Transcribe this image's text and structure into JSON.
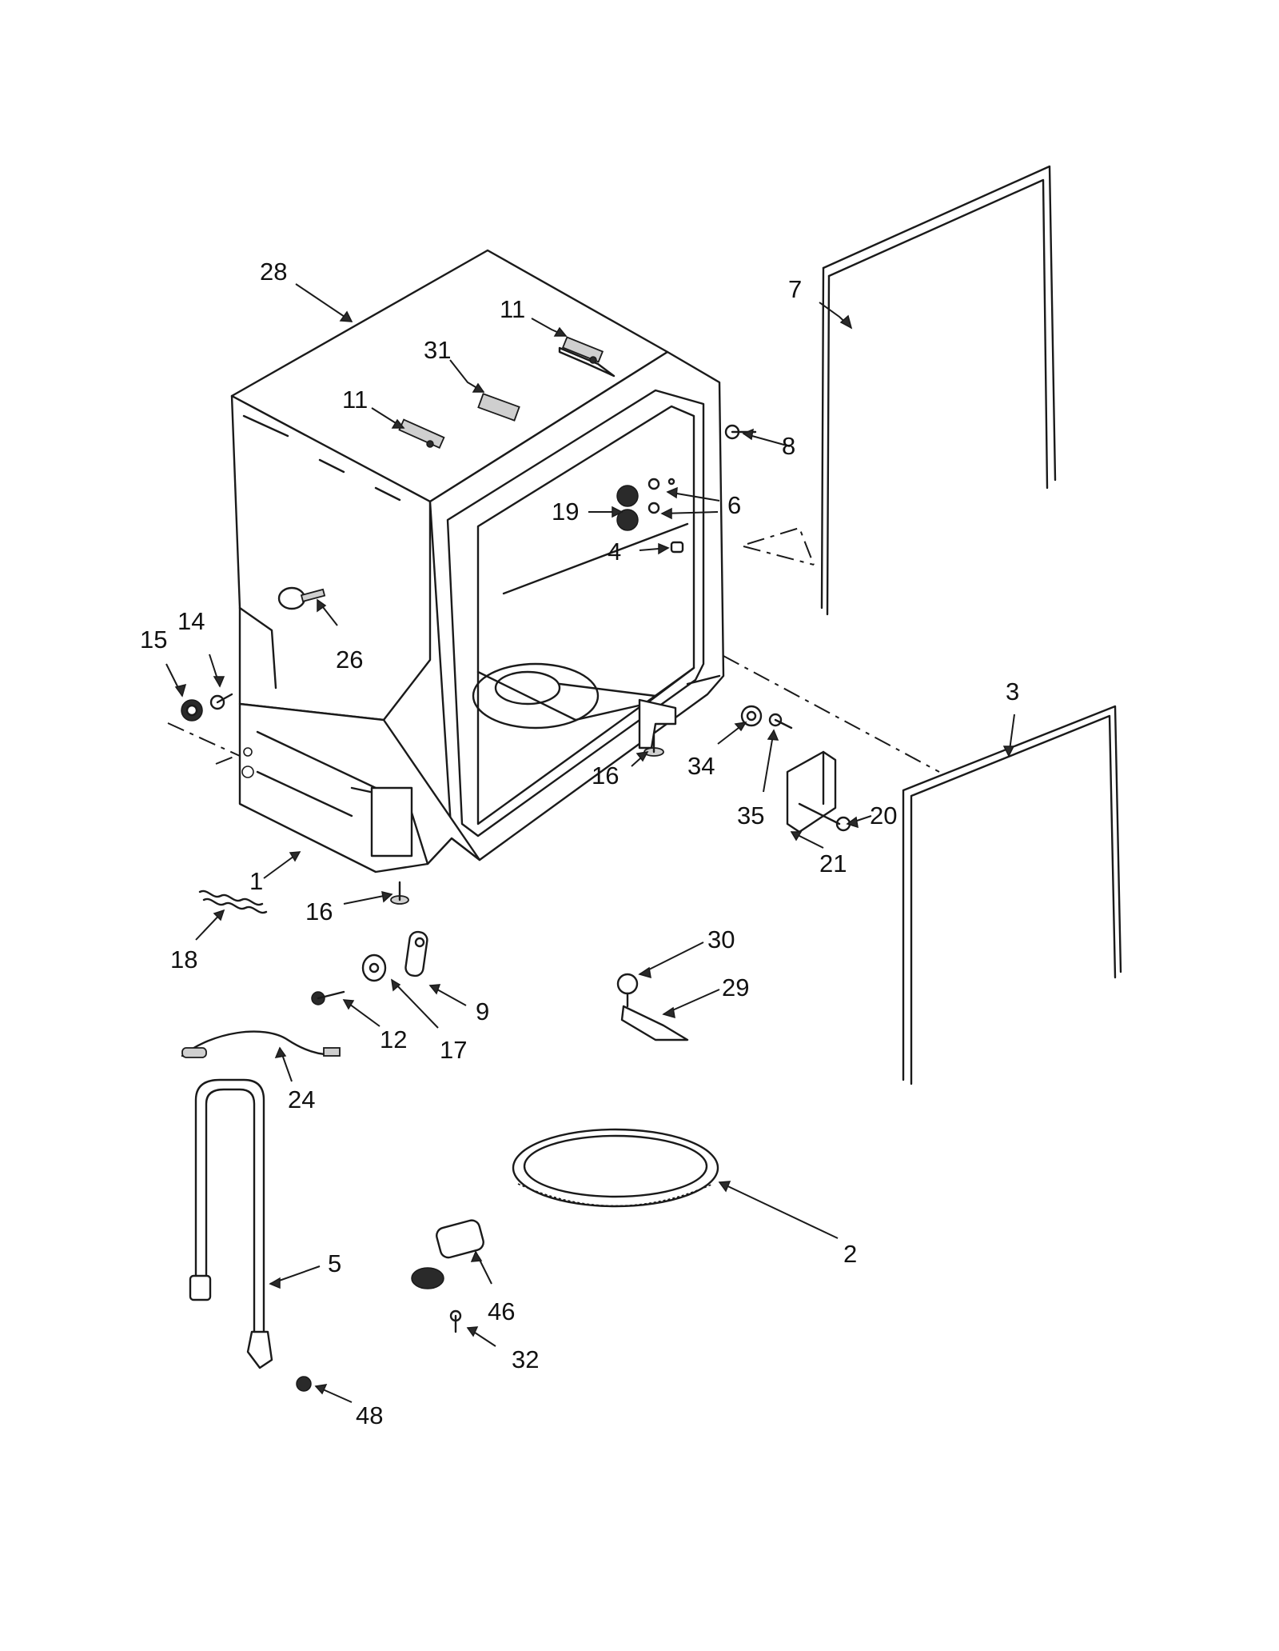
{
  "callouts": [
    "28",
    "11",
    "31",
    "11",
    "7",
    "8",
    "6",
    "19",
    "4",
    "26",
    "15",
    "14",
    "3",
    "16",
    "34",
    "35",
    "20",
    "21",
    "1",
    "16",
    "18",
    "30",
    "9",
    "12",
    "17",
    "29",
    "24",
    "2",
    "5",
    "46",
    "32",
    "48"
  ],
  "colors": {
    "ink": "#1a1a1a",
    "background": "#ffffff"
  }
}
